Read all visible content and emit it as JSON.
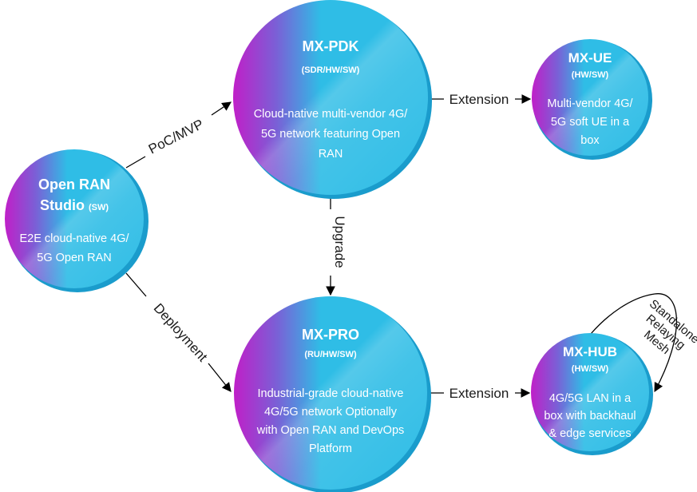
{
  "colors": {
    "magenta": "#c01fc8",
    "purple": "#7b5fd6",
    "cyan": "#2fbde6",
    "cyan_light": "#5fd0ef",
    "cyan_dark": "#1a9ccc",
    "label_text": "#1a1a1a"
  },
  "nodes": {
    "open_ran": {
      "title_line1": "Open RAN",
      "title_line2": "Studio",
      "tag": "(SW)",
      "desc": [
        "E2E cloud-native 4G/",
        "5G Open RAN"
      ]
    },
    "mx_pdk": {
      "title": "MX-PDK",
      "tag": "(SDR/HW/SW)",
      "desc": [
        "Cloud-native multi-vendor 4G/",
        "5G network featuring Open",
        "RAN"
      ]
    },
    "mx_ue": {
      "title": "MX-UE",
      "tag": "(HW/SW)",
      "desc": [
        "Multi-vendor 4G/",
        "5G soft UE in a",
        "box"
      ]
    },
    "mx_pro": {
      "title": "MX-PRO",
      "tag": "(RU/HW/SW)",
      "desc": [
        "Industrial-grade cloud-native",
        "4G/5G network Optionally",
        "with Open RAN and DevOps",
        "Platform"
      ]
    },
    "mx_hub": {
      "title": "MX-HUB",
      "tag": "(HW/SW)",
      "desc": [
        "4G/5G LAN in a",
        "box with backhaul",
        "& edge services"
      ]
    }
  },
  "edges": {
    "poc_mvp": "PoC/MVP",
    "deployment": "Deployment",
    "upgrade": "Upgrade",
    "extension_top": "Extension",
    "extension_bottom": "Extension",
    "self_loop": [
      "Standalone",
      "Relaying",
      "Mesh"
    ]
  }
}
